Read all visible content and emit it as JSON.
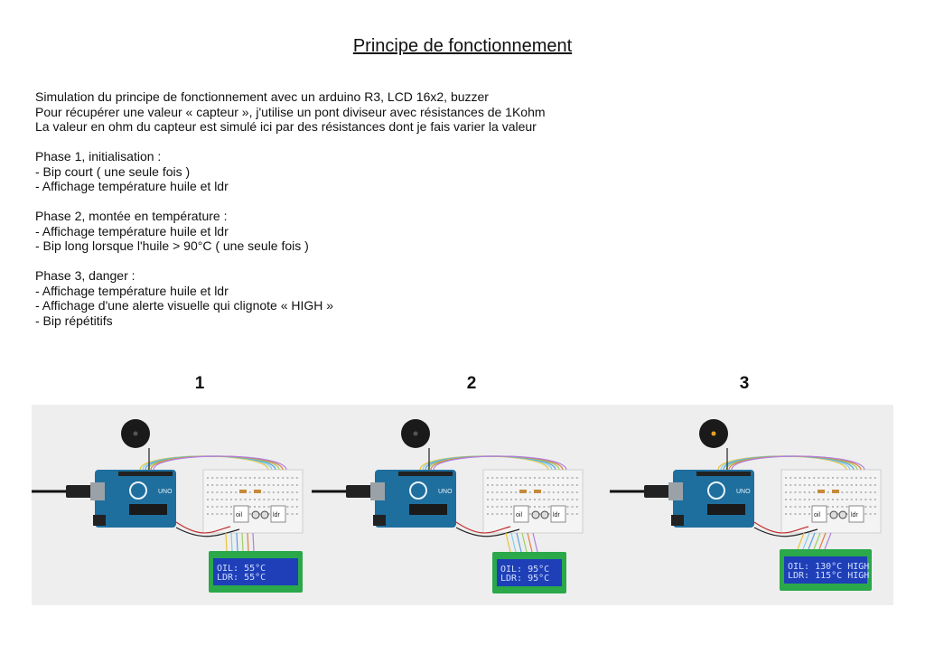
{
  "title": "Principe de fonctionnement",
  "intro": [
    "Simulation du principe de fonctionnement avec un arduino R3, LCD 16x2, buzzer",
    "Pour récupérer une valeur « capteur », j'utilise un pont diviseur avec résistances de 1Kohm",
    "La valeur en ohm du capteur est simulé ici par des résistances dont je fais varier la valeur"
  ],
  "phases": [
    {
      "heading": "Phase 1, initialisation :",
      "items": [
        "- Bip court ( une seule fois )",
        "- Affichage température huile et ldr"
      ]
    },
    {
      "heading": "Phase 2, montée en température :",
      "items": [
        "- Affichage température huile et ldr",
        "- Bip long lorsque l'huile > 90°C ( une seule fois )"
      ]
    },
    {
      "heading": "Phase 3, danger :",
      "items": [
        "- Affichage température huile et ldr",
        "- Affichage d'une alerte visuelle qui clignote « HIGH »",
        "- Bip répétitifs"
      ]
    }
  ],
  "panels": [
    {
      "number": "1",
      "lcd_line1": "OIL: 55°C",
      "lcd_line2": "LDR: 55°C",
      "bb_left": "oil",
      "bb_right": "ldr"
    },
    {
      "number": "2",
      "lcd_line1": "OIL: 95°C",
      "lcd_line2": "LDR: 95°C",
      "bb_left": "oil",
      "bb_right": "ldr"
    },
    {
      "number": "3",
      "lcd_line1": "OIL: 130°C  HIGH",
      "lcd_line2": "LDR: 115°C  HIGH",
      "bb_left": "oil",
      "bb_right": "ldr"
    }
  ],
  "board_label": "UNO",
  "colors": {
    "arduino": "#1e6e9e",
    "lcd_bezel": "#2aa84a",
    "lcd_screen": "#1f3fb8",
    "buzzer": "#1a1a1a"
  }
}
